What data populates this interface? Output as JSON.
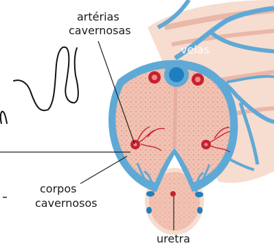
{
  "labels": {
    "arterias": [
      "artérias",
      "cavernosas"
    ],
    "veias": "veias",
    "corpos": [
      "corpos",
      "cavernosos"
    ],
    "uretra": "uretra"
  },
  "colors": {
    "tissue": "#f2c2b2",
    "tissue_texture": "#dca093",
    "vein": "#5fa9d6",
    "vein_dark": "#1e7fbf",
    "artery": "#c8202f",
    "leader": "#222222",
    "pen": "#111111"
  }
}
